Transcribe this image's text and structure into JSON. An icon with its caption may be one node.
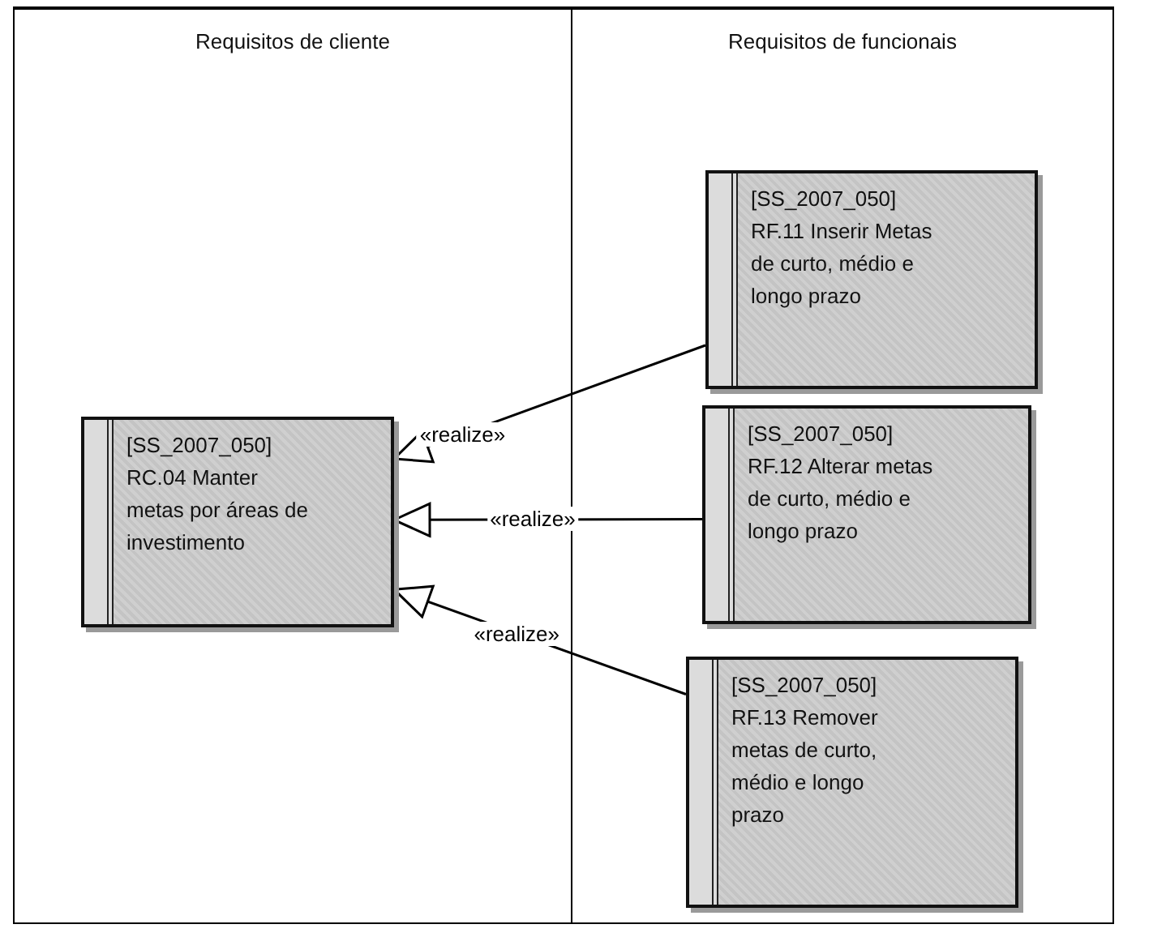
{
  "diagram": {
    "nodes": [
      {
        "text": [
          "Requisitos de cliente"
        ]
      },
      {
        "text": [
          "Requisitos de funcionais"
        ]
      },
      {
        "text": [
          "[SS_2007_050] RC.04 Manter metas por áreas de investimento"
        ],
        "in": 0
      },
      {
        "text": [
          "[SS_2007_050] RF.11 Inserir Metas de curto, médio e longo prazo"
        ],
        "in": 1
      },
      {
        "text": [
          "[SS_2007_050] RF.12 Alterar metas de curto, médio e longo prazo"
        ],
        "in": 1
      },
      {
        "text": [
          "[SS_2007_050] RF.13 Remover metas de curto, médio e longo prazo"
        ],
        "in": 1
      }
    ],
    "edges": [
      {
        "from": 3,
        "to": 2,
        "arrow": "to",
        "label": "«realize»"
      },
      {
        "from": 4,
        "to": 2,
        "arrow": "to",
        "label": "«realize»"
      },
      {
        "from": 5,
        "to": 2,
        "arrow": "to",
        "label": "«realize»"
      }
    ]
  }
}
